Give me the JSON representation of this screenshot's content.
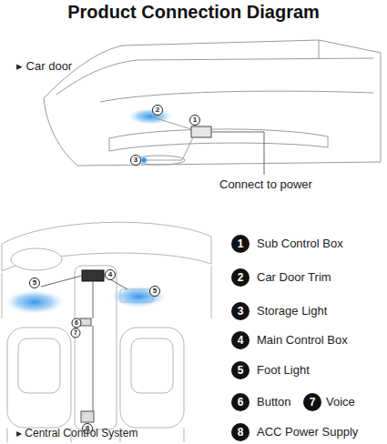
{
  "diagram": {
    "title": "Product Connection Diagram",
    "nodes": [
      {
        "text": [
          "1"
        ]
      },
      {
        "text": [
          "2"
        ]
      },
      {
        "text": [
          "3"
        ]
      },
      {
        "text": [
          "4"
        ]
      },
      {
        "text": [
          "5"
        ]
      },
      {
        "text": [
          "6"
        ]
      },
      {
        "text": [
          "7"
        ]
      },
      {
        "text": [
          "8"
        ]
      }
    ],
    "labels": [
      "▸ Car door",
      "2",
      "1",
      "3",
      "Connect to power",
      "5",
      "4",
      "6",
      "7",
      "5",
      "8",
      "Sub Control Box",
      "Car Door Trim",
      "Storage Light",
      "Main Control Box",
      "Foot Light",
      "Button",
      "Voice",
      "ACC Power Supply",
      "▸ Central Control System"
    ]
  }
}
